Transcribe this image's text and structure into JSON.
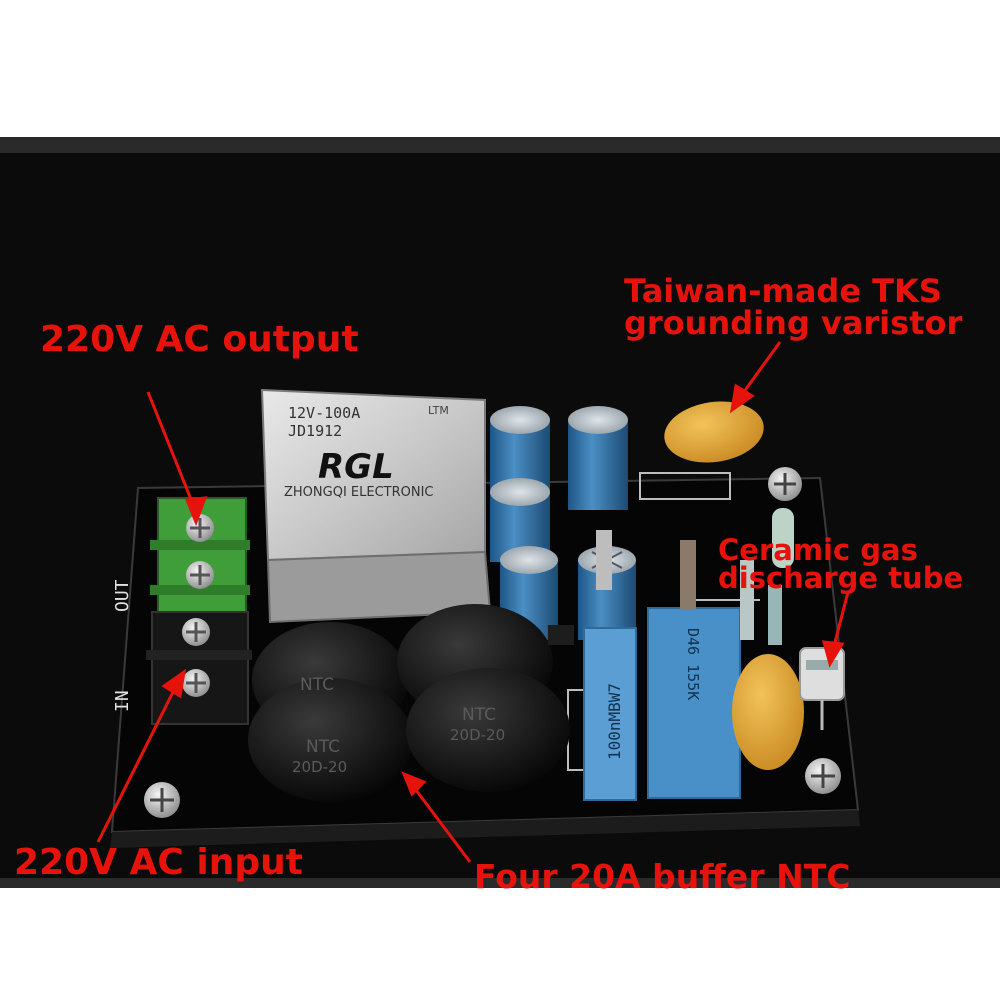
{
  "callouts": {
    "ac_output": "220V AC output",
    "tks_line1": "Taiwan-made TKS",
    "tks_line2": "grounding varistor",
    "gas_line1": "Ceramic gas",
    "gas_line2": "discharge tube",
    "ac_input": "220V AC input",
    "ntc_buffer": "Four 20A buffer NTC"
  },
  "relay": {
    "model": "12V-100A",
    "code": "JD1912",
    "brand": "RGL",
    "maker": "ZHONGQI ELECTRONIC",
    "mark": "LTM"
  },
  "board_marks": {
    "out": "OUT",
    "in": "IN"
  },
  "ntc": {
    "label": "NTC",
    "rating": "20D-20"
  },
  "capacitors": {
    "film_1": "100nMBW7",
    "film_2": "D46 155K"
  },
  "colors": {
    "callout_red": "#e8120c",
    "board_black": "#0a0a0a",
    "terminal_green": "#3f9e3a",
    "electrolytic_blue": "#2f6fa3",
    "varistor_yellow": "#e3a93a",
    "film_cap_blue": "#4a90c8"
  }
}
